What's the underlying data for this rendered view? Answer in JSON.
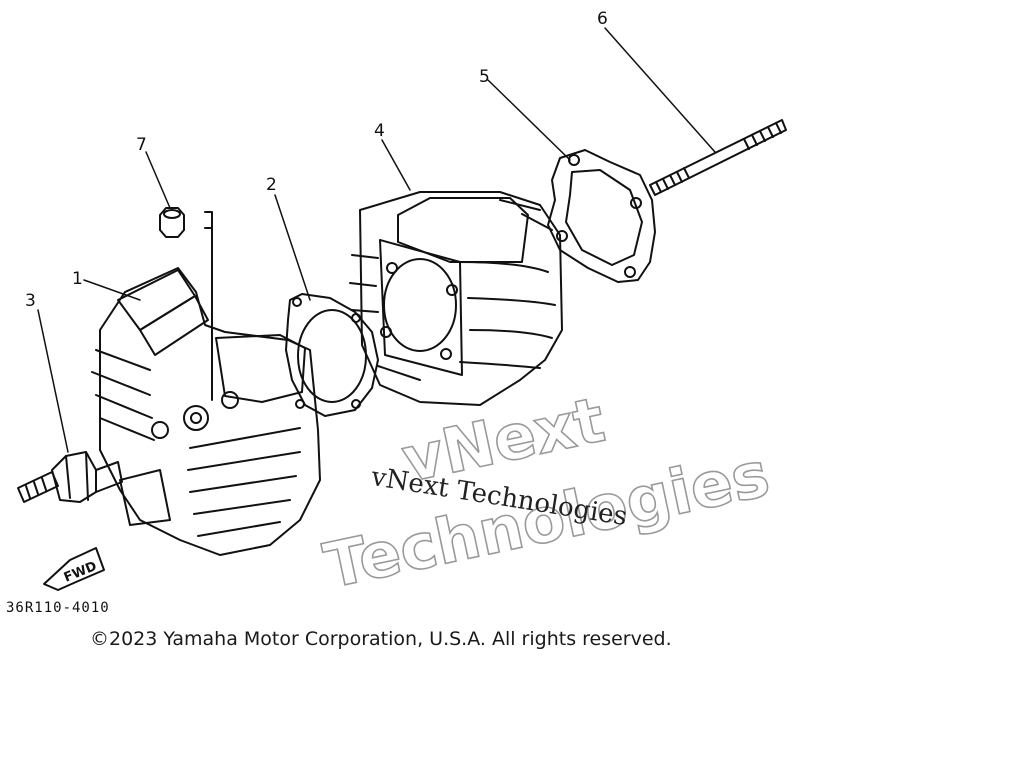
{
  "diagram": {
    "callouts": [
      {
        "label": "1",
        "part": "cylinder-head"
      },
      {
        "label": "2",
        "part": "cylinder-head-gasket"
      },
      {
        "label": "3",
        "part": "spark-plug"
      },
      {
        "label": "4",
        "part": "cylinder"
      },
      {
        "label": "5",
        "part": "cylinder-base-gasket"
      },
      {
        "label": "6",
        "part": "stud-bolt"
      },
      {
        "label": "7",
        "part": "nut"
      }
    ],
    "fwd_arrow_label": "FWD",
    "diagram_code": "36R110-4010"
  },
  "watermark": {
    "outlined_line1": "vNext",
    "outlined_line2": "Technologies",
    "serif_text": "vNext Technologies"
  },
  "footer": {
    "copyright": "©2023 Yamaha Motor Corporation, U.S.A. All rights reserved."
  },
  "colors": {
    "line": "#111111",
    "watermark_outline": "#9a9a9a",
    "background": "#ffffff"
  }
}
